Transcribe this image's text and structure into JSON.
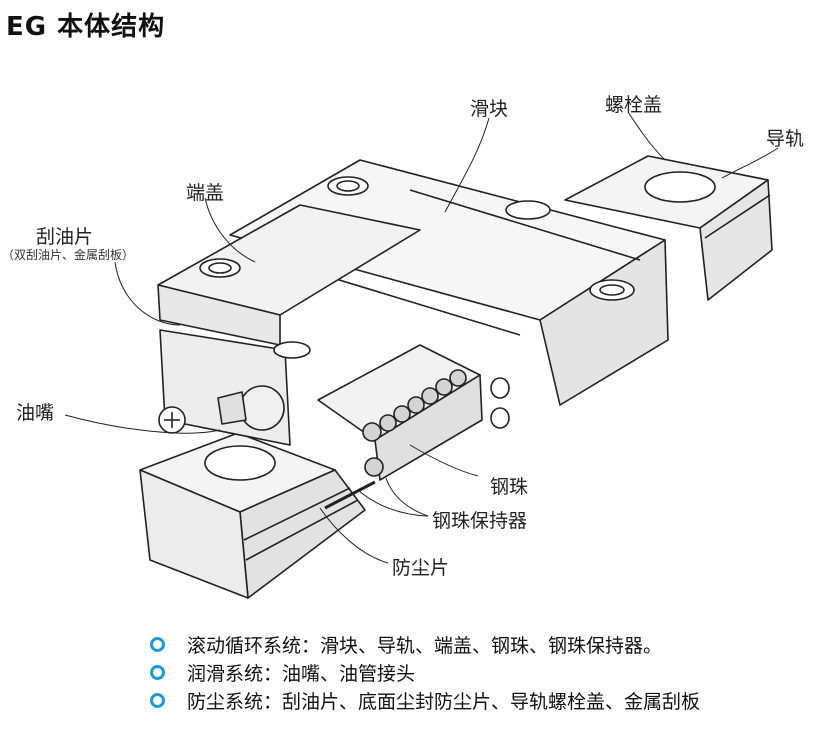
{
  "title": "EG 本体结构",
  "labels": {
    "slider": "滑块",
    "bolt_cap": "螺栓盖",
    "rail": "导轨",
    "end_cap": "端盖",
    "scraper": "刮油片",
    "scraper_note": "（双刮油片、金属刮板）",
    "grease_nipple": "油嘴",
    "steel_ball": "钢珠",
    "ball_retainer": "钢珠保持器",
    "dust_seal": "防尘片"
  },
  "legend": [
    "滚动循环系统：滑块、导轨、端盖、钢珠、钢珠保持器。",
    "润滑系统：油嘴、油管接头",
    "防尘系统：刮油片、底面尘封防尘片、导轨螺栓盖、金属刮板"
  ],
  "colors": {
    "bullet": "#1a9bd7",
    "line": "#222222",
    "shade": "#d8d8d8"
  }
}
